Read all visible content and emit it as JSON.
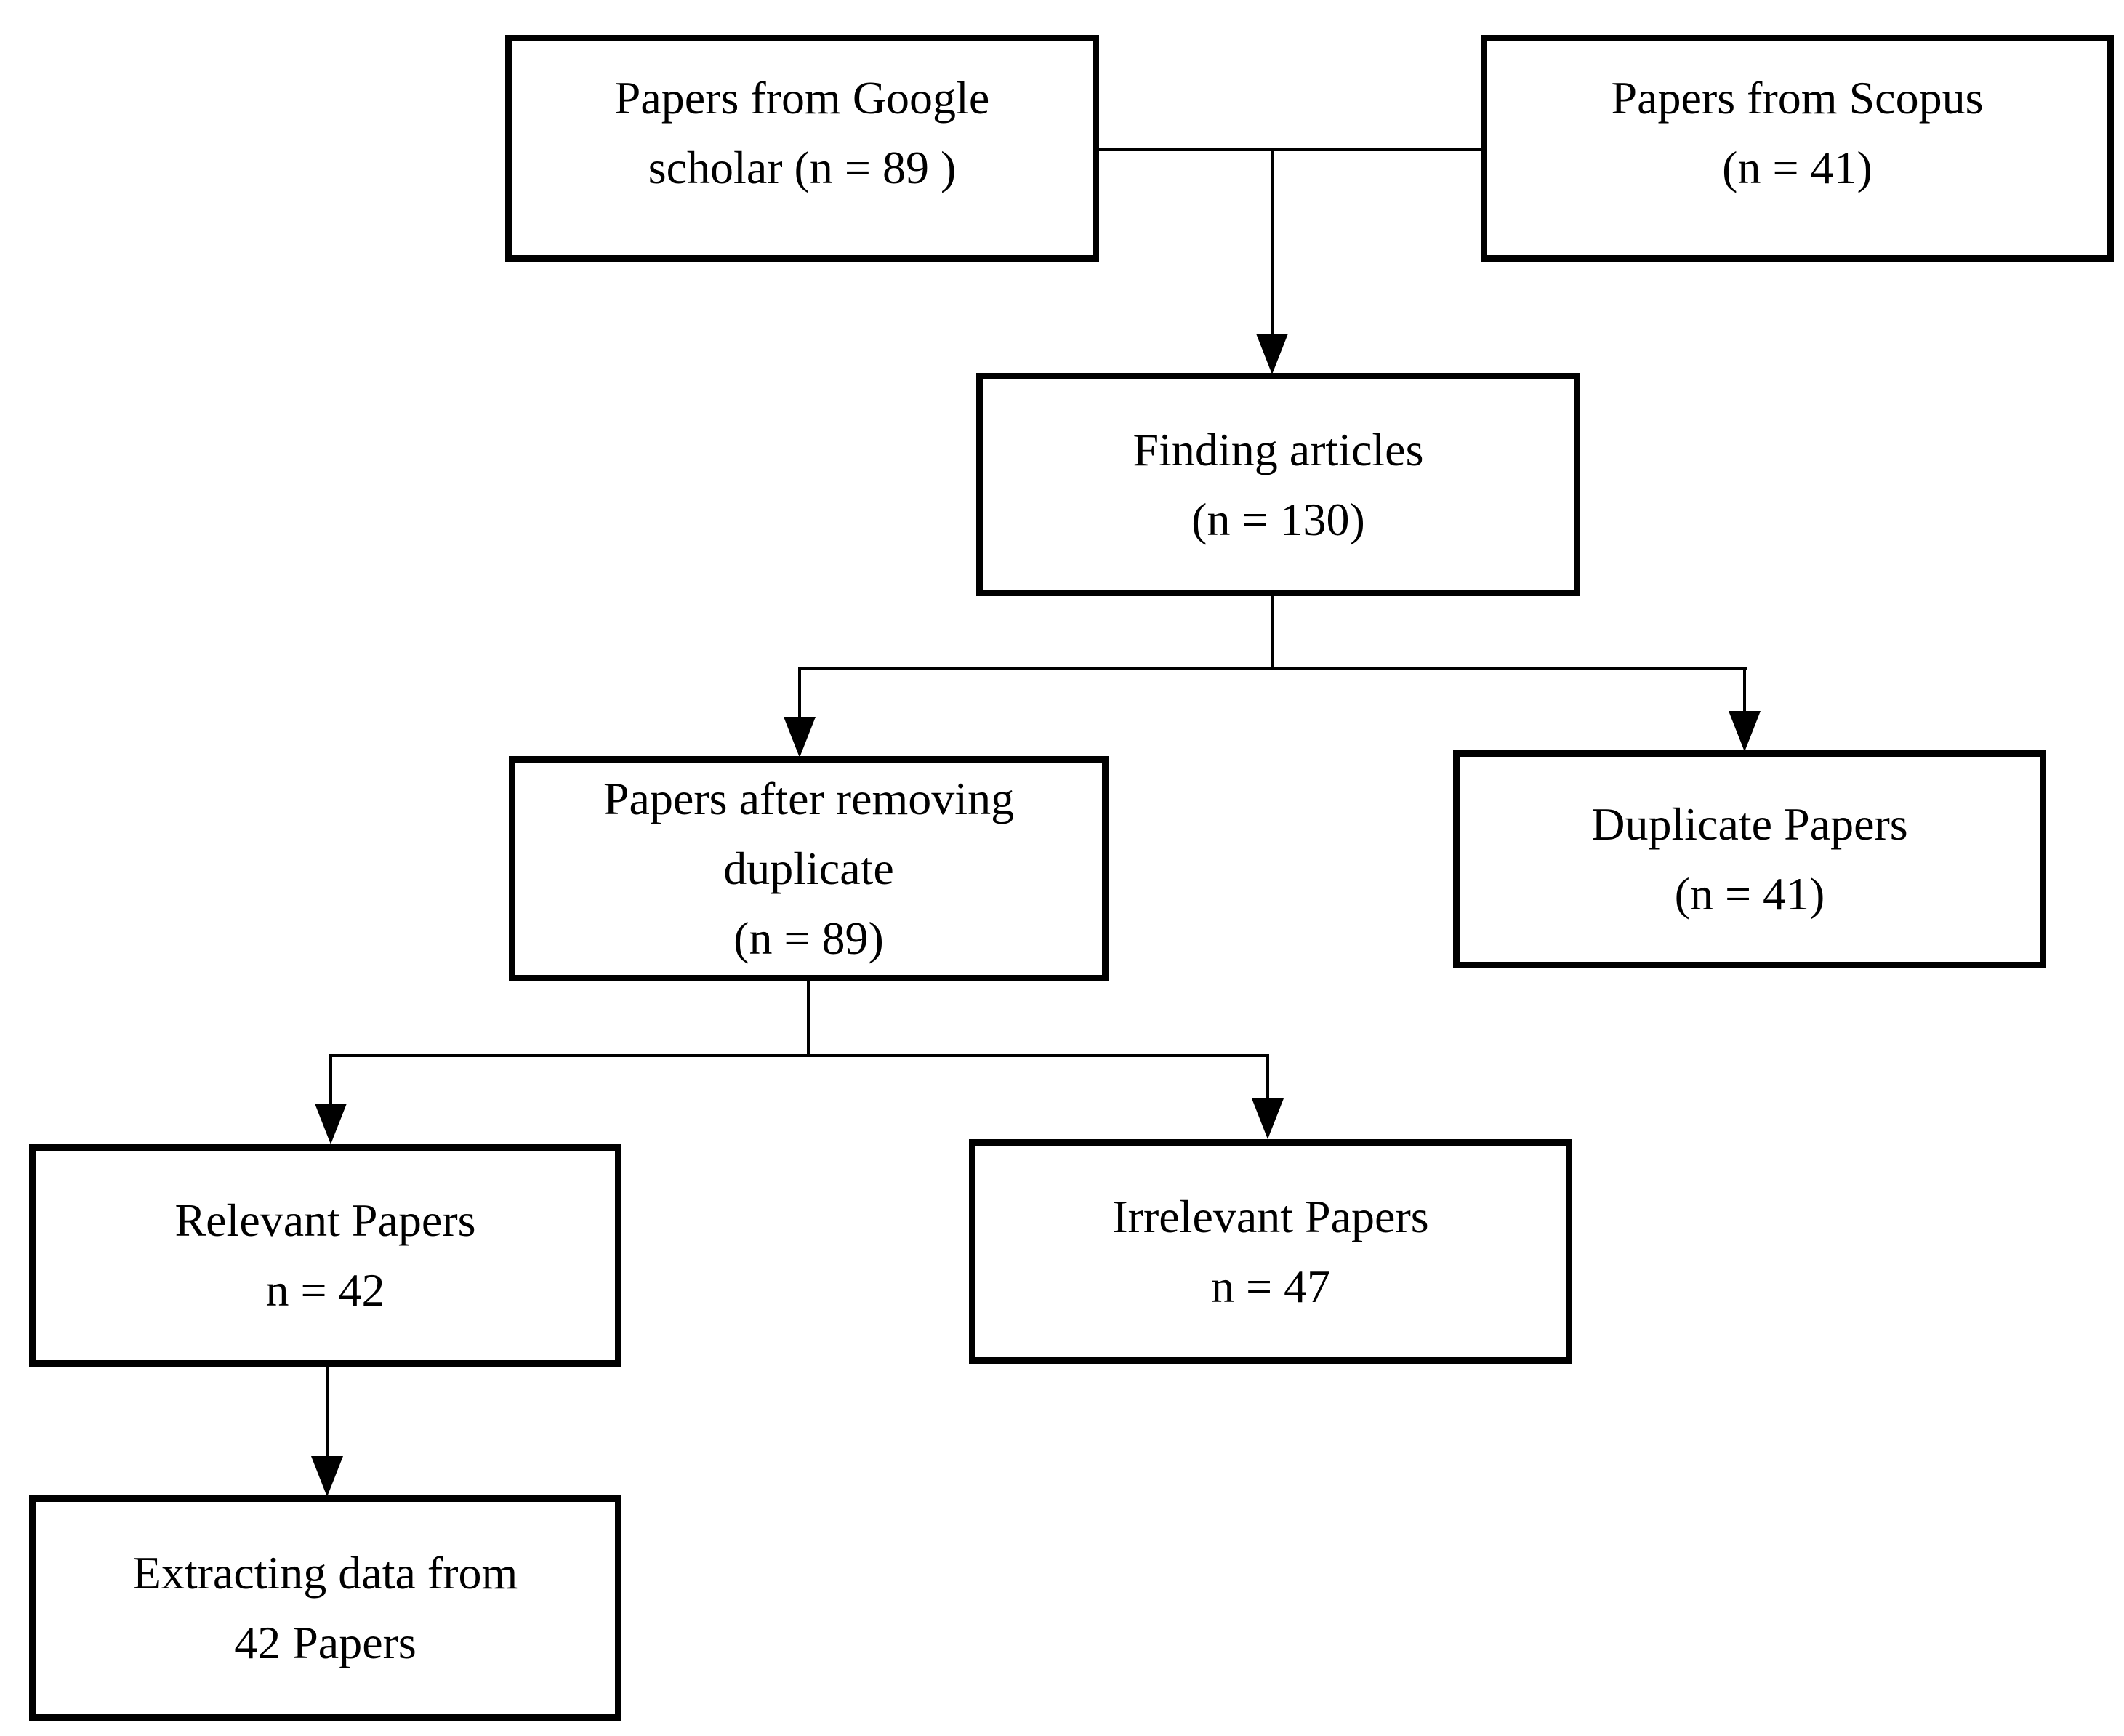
{
  "diagram": {
    "nodes": {
      "google_scholar": {
        "line1": "Papers from Google",
        "line2": "scholar (n = 89 )"
      },
      "scopus": {
        "line1": "Papers from Scopus",
        "line2": "(n = 41)"
      },
      "finding_articles": {
        "line1": "Finding articles",
        "line2": "(n = 130)"
      },
      "after_removing_duplicate": {
        "line1": "Papers after removing",
        "line2": "duplicate",
        "line3": "(n = 89)"
      },
      "duplicate_papers": {
        "line1": "Duplicate Papers",
        "line2": "(n = 41)"
      },
      "relevant_papers": {
        "line1": "Relevant Papers",
        "line2": "n = 42"
      },
      "irrelevant_papers": {
        "line1": "Irrelevant Papers",
        "line2": "n = 47"
      },
      "extracting_data": {
        "line1": "Extracting data from",
        "line2": "42 Papers"
      }
    },
    "edges": [
      {
        "from": "google_scholar",
        "to": "finding_articles"
      },
      {
        "from": "scopus",
        "to": "finding_articles"
      },
      {
        "from": "finding_articles",
        "to": "after_removing_duplicate"
      },
      {
        "from": "finding_articles",
        "to": "duplicate_papers"
      },
      {
        "from": "after_removing_duplicate",
        "to": "relevant_papers"
      },
      {
        "from": "after_removing_duplicate",
        "to": "irrelevant_papers"
      },
      {
        "from": "relevant_papers",
        "to": "extracting_data"
      }
    ],
    "colors": {
      "background": "#ffffff",
      "line": "#000000",
      "text": "#000000"
    }
  }
}
